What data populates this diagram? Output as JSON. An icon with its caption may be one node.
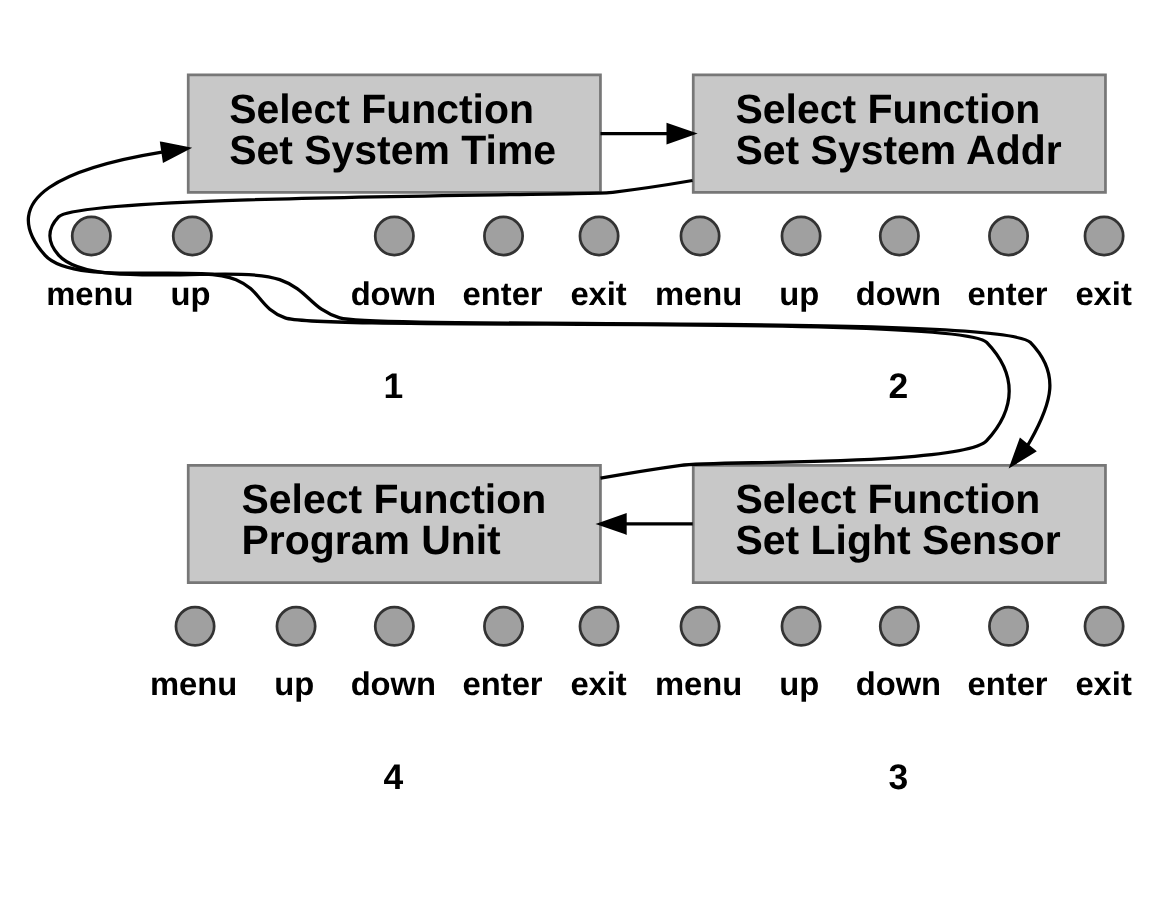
{
  "diagram": {
    "nodes": [
      {
        "text": [
          "Select Function",
          "Set System Time"
        ]
      },
      {
        "text": [],
        "shape": "circle",
        "beside": [
          "menu"
        ]
      },
      {
        "text": [],
        "shape": "circle",
        "beside": [
          "up"
        ]
      },
      {
        "text": [],
        "shape": "circle",
        "beside": [
          "down"
        ]
      },
      {
        "text": [],
        "shape": "circle",
        "beside": [
          "enter"
        ]
      },
      {
        "text": [],
        "shape": "circle",
        "beside": [
          "exit"
        ]
      },
      {
        "text": [
          "Select Function",
          "Set System Addr"
        ]
      },
      {
        "text": [],
        "shape": "circle",
        "beside": [
          "menu"
        ]
      },
      {
        "text": [],
        "shape": "circle",
        "beside": [
          "up"
        ]
      },
      {
        "text": [],
        "shape": "circle",
        "beside": [
          "down"
        ]
      },
      {
        "text": [],
        "shape": "circle",
        "beside": [
          "enter"
        ]
      },
      {
        "text": [],
        "shape": "circle",
        "beside": [
          "exit"
        ]
      },
      {
        "text": [
          "Select Function",
          "Program Unit"
        ]
      },
      {
        "text": [],
        "shape": "circle",
        "beside": [
          "menu"
        ]
      },
      {
        "text": [],
        "shape": "circle",
        "beside": [
          "up"
        ]
      },
      {
        "text": [],
        "shape": "circle",
        "beside": [
          "down"
        ]
      },
      {
        "text": [],
        "shape": "circle",
        "beside": [
          "enter"
        ]
      },
      {
        "text": [],
        "shape": "circle",
        "beside": [
          "exit"
        ]
      },
      {
        "text": [
          "Select Function",
          "Set Light Sensor"
        ]
      },
      {
        "text": [],
        "shape": "circle",
        "beside": [
          "menu"
        ]
      },
      {
        "text": [],
        "shape": "circle",
        "beside": [
          "up"
        ]
      },
      {
        "text": [],
        "shape": "circle",
        "beside": [
          "down"
        ]
      },
      {
        "text": [],
        "shape": "circle",
        "beside": [
          "enter"
        ]
      },
      {
        "text": [],
        "shape": "circle",
        "beside": [
          "exit"
        ]
      }
    ],
    "edges": [
      {
        "from": 0,
        "to": 6,
        "arrow": "to"
      },
      {
        "from": 6,
        "to": 18,
        "arrow": "to"
      },
      {
        "from": 18,
        "to": 12,
        "arrow": "to"
      },
      {
        "from": 12,
        "to": 0,
        "arrow": "to"
      }
    ],
    "labels": [
      "1",
      "2",
      "4",
      "3"
    ]
  }
}
